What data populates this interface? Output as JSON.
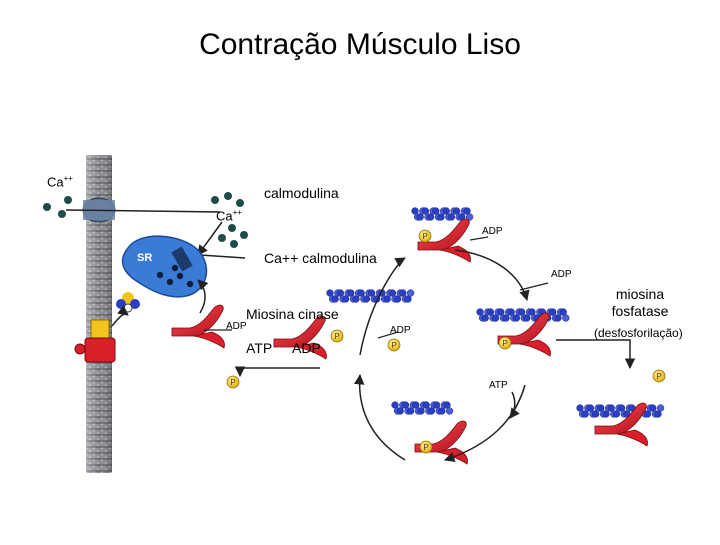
{
  "title": "Contração Músculo Liso",
  "labels": {
    "ca_outside_base": "Ca",
    "ca_outside_sup": "++",
    "calmodulina": "calmodulina",
    "ca_inner_base": "Ca",
    "ca_inner_sup": "++",
    "ca_calmodulina": "Ca++ calmodulina",
    "sr": "SR",
    "miosina_cinase": "Miosina cinase",
    "adp_left": "ADP",
    "atp_left": "ATP",
    "adp_left_big": "ADP",
    "adp_top": "ADP",
    "adp_right": "ADP",
    "adp_center": "ADP",
    "atp_bottom": "ATP",
    "miosina": "miosina",
    "fosfatase": "fosfatase",
    "desfosforilacao": "(desfosforilação)",
    "p_marker": "P"
  },
  "colors": {
    "actin_blue": "#2a3fc4",
    "myosin_red": "#d81f2a",
    "phosphate_yellow": "#f2c51a",
    "membrane_gray": "#7d7f84",
    "sr_blue": "#3a7bd8",
    "calcium_dark": "#1e4c4a"
  }
}
